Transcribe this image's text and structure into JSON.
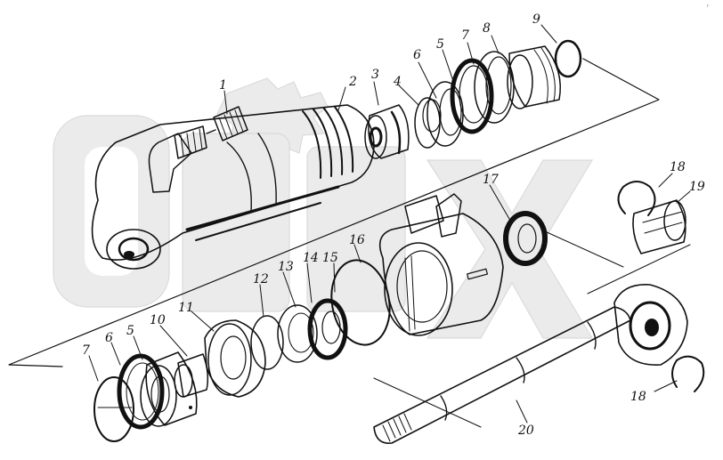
{
  "corner_mark": "г",
  "colors": {
    "ink": "#111111",
    "watermark": "#dcdcdc",
    "background": "#ffffff"
  },
  "callouts": {
    "c1": "1",
    "c2": "2",
    "c3": "3",
    "c4": "4",
    "c5a": "5",
    "c6a": "6",
    "c7a": "7",
    "c8": "8",
    "c9": "9",
    "c10": "10",
    "c11": "11",
    "c12": "12",
    "c13": "13",
    "c14": "14",
    "c15": "15",
    "c16": "16",
    "c17": "17",
    "c18": "18",
    "c19": "19",
    "c20": "20",
    "c5b": "5",
    "c6b": "6",
    "c7b": "7",
    "c18b": "18"
  },
  "parts": [
    "grease-fitting",
    "cylinder-barrel",
    "piston",
    "washer",
    "piston-seal",
    "o-ring",
    "guide-ring",
    "nut",
    "snap-ring",
    "gland-bush",
    "gland-sleeve",
    "circlip",
    "backup-ring",
    "rod-seal",
    "o-ring-large",
    "cylinder-head",
    "wiper-seal",
    "retaining-ring",
    "spherical-bearing",
    "piston-rod"
  ]
}
